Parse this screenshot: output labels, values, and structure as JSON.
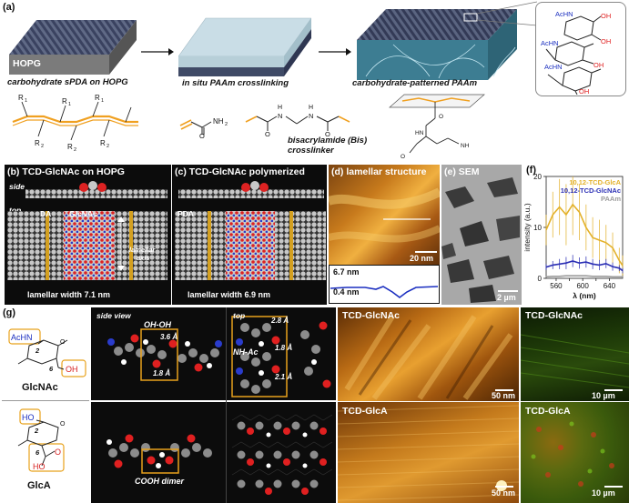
{
  "panel_a": {
    "label": "(a)",
    "hopg_label": "HOPG",
    "step1_caption": "carbohydrate sPDA on HOPG",
    "step2_caption": "in situ PAAm crosslinking",
    "step3_caption": "carbohydrate-patterned PAAm",
    "bis_caption_line1": "bisacrylamide (Bis)",
    "bis_caption_line2": "crosslinker",
    "r1": "R",
    "r1_sub": "1",
    "r2": "R",
    "r2_sub": "2",
    "nh2": "NH",
    "nh2_sub": "2",
    "acrylamide_o": "O",
    "bis_o1": "O",
    "bis_o2": "O",
    "bis_n1": "N",
    "bis_n2": "N",
    "bis_h1": "H",
    "bis_h2": "H",
    "inset_acn1": "AcHN",
    "inset_acn2": "AcHN",
    "inset_acn3": "AcHN",
    "inset_oh": "OH",
    "inset_oh2": "OH",
    "inset_oh3": "OH",
    "inset_oh4": "OH",
    "inset_o1": "O",
    "inset_o2": "O",
    "inset_o3": "O",
    "inset_o4": "O",
    "inset_o5": "O",
    "inset_o6": "O",
    "inset_h1": "H",
    "inset_h2": "H",
    "inset_h3": "H",
    "inset_hn1": "HN",
    "inset_hn2": "HN",
    "inset_nh2": "NH",
    "inset_nh2_sub": "2"
  },
  "panel_b": {
    "title": "(b) TCD-GlcNAc on HOPG",
    "side": "side",
    "top": "top",
    "da": "DA",
    "glcnac": "GlcNAc",
    "lamellar_axis_1": "lamellar",
    "lamellar_axis_2": "axis",
    "width": "lamellar width 7.1 nm"
  },
  "panel_c": {
    "title": "(c) TCD-GlcNAc polymerized",
    "pda": "PDA",
    "width": "lamellar width 6.9 nm"
  },
  "panel_d": {
    "title": "(d) lamellar structure",
    "scale": "20 nm",
    "h1": "6.7 nm",
    "h2": "0.4 nm"
  },
  "panel_e": {
    "title": "(e) SEM",
    "scale": "2 µm"
  },
  "panel_f": {
    "label": "(f)",
    "ylabel": "intensity (a.u.)",
    "xlabel": "λ (nm)",
    "colors": {
      "glca": "#e3b12a",
      "glcnac": "#2b2fb5",
      "paam": "#9c9c9c"
    }
  },
  "chart_data": {
    "type": "line",
    "xlabel": "λ (nm)",
    "ylabel": "intensity (a.u.)",
    "xlim": [
      545,
      660
    ],
    "ylim": [
      0,
      20
    ],
    "xticks": [
      560,
      580,
      600,
      620,
      640
    ],
    "yticks": [
      0,
      10,
      20
    ],
    "legend_position": "top-right",
    "x": [
      545,
      555,
      565,
      575,
      585,
      595,
      605,
      615,
      625,
      635,
      645,
      655,
      660
    ],
    "series": [
      {
        "name": "10,12-TCD-GlcA",
        "color": "#e3b12a",
        "values": [
          9.5,
          12.5,
          14.0,
          12.5,
          14.5,
          13.0,
          10.0,
          8.0,
          7.5,
          7.0,
          6.0,
          3.5,
          2.5
        ],
        "errors": [
          3.0,
          4.5,
          5.5,
          6.0,
          6.0,
          5.5,
          4.5,
          4.0,
          4.0,
          3.5,
          3.0,
          2.5,
          2.0
        ]
      },
      {
        "name": "10,12-TCD-GlcNAc",
        "color": "#2b2fb5",
        "values": [
          2.2,
          2.6,
          2.8,
          3.0,
          3.4,
          3.0,
          3.2,
          2.8,
          2.6,
          2.9,
          2.3,
          2.0,
          1.5
        ],
        "errors": [
          0.6,
          0.8,
          1.0,
          1.2,
          1.2,
          1.1,
          1.1,
          1.0,
          1.0,
          0.9,
          0.8,
          0.6,
          0.5
        ]
      },
      {
        "name": "PAAm",
        "color": "#9c9c9c",
        "values": [
          0.3,
          0.4,
          0.4,
          0.5,
          0.5,
          0.5,
          0.5,
          0.4,
          0.4,
          0.4,
          0.3,
          0.3,
          0.3
        ],
        "errors": [
          0.1,
          0.1,
          0.1,
          0.1,
          0.1,
          0.1,
          0.1,
          0.1,
          0.1,
          0.1,
          0.1,
          0.1,
          0.1
        ]
      }
    ]
  },
  "panel_g": {
    "label": "(g)",
    "acn": "AcHN",
    "n2": "2",
    "n6": "6",
    "oh_g": "OH",
    "o_ring1": "O",
    "o_ring2": "O",
    "glcnac": "GlcNAc",
    "glca": "GlcA",
    "ho": "HO",
    "ga2": "2",
    "ga6": "6",
    "ga_o": "O",
    "ga_ho": "HO",
    "ga_ring": "O",
    "side_view": "side view",
    "top": "top",
    "ohoh": "OH-OH",
    "d36": "3.6 Å",
    "d18a": "1.8 Å",
    "nhac": "NH-Ac",
    "d28": "2.8 Å",
    "d18b": "1.8 Å",
    "d21": "2.1 Å",
    "cooh": "COOH dimer"
  },
  "panel_h": {
    "afm1_title": "TCD-GlcNAc",
    "afm1_scale": "50 nm",
    "afm2_title": "TCD-GlcA",
    "afm2_scale": "50 nm",
    "fl1_title": "TCD-GlcNAc",
    "fl1_scale": "10 µm",
    "fl2_title": "TCD-GlcA",
    "fl2_scale": "10 µm"
  }
}
